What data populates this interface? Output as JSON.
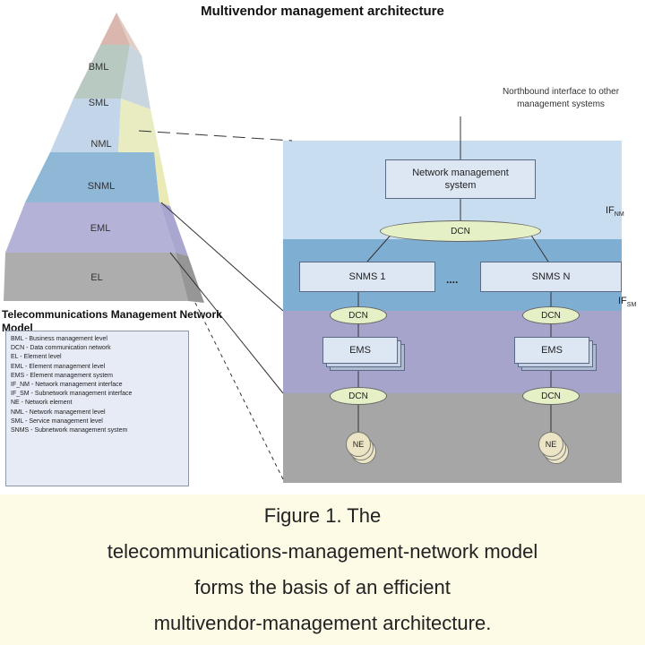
{
  "title": "Multivendor management architecture",
  "pyramid": {
    "layers": [
      "BML",
      "SML",
      "NML",
      "SNML",
      "EML",
      "EL"
    ],
    "caption": "Telecommunications Management Network Model"
  },
  "legend": {
    "items": [
      "BML - Business management level",
      "DCN - Data communication network",
      "EL - Element level",
      "EML - Element management level",
      "EMS - Element management system",
      "IF_NM - Network management interface",
      "IF_SM - Subnetwork management interface",
      "NE - Network element",
      "NML - Network management level",
      "SML - Service management level",
      "SNMS - Subnetwork management system"
    ]
  },
  "northbound_note": "Northbound interface to other management systems",
  "architecture": {
    "nms": "Network management system",
    "dcn": "DCN",
    "snms_1": "SNMS 1",
    "snms_n": "SNMS N",
    "ellipsis": "....",
    "ems": "EMS",
    "ne": "NE",
    "if_nm": {
      "main": "IF",
      "sub": "NM"
    },
    "if_sm": {
      "main": "IF",
      "sub": "SM"
    }
  },
  "caption": {
    "lines": [
      "Figure 1. The",
      "telecommunications-management-network model",
      "forms the basis of an efficient",
      "multivendor-management architecture."
    ]
  }
}
